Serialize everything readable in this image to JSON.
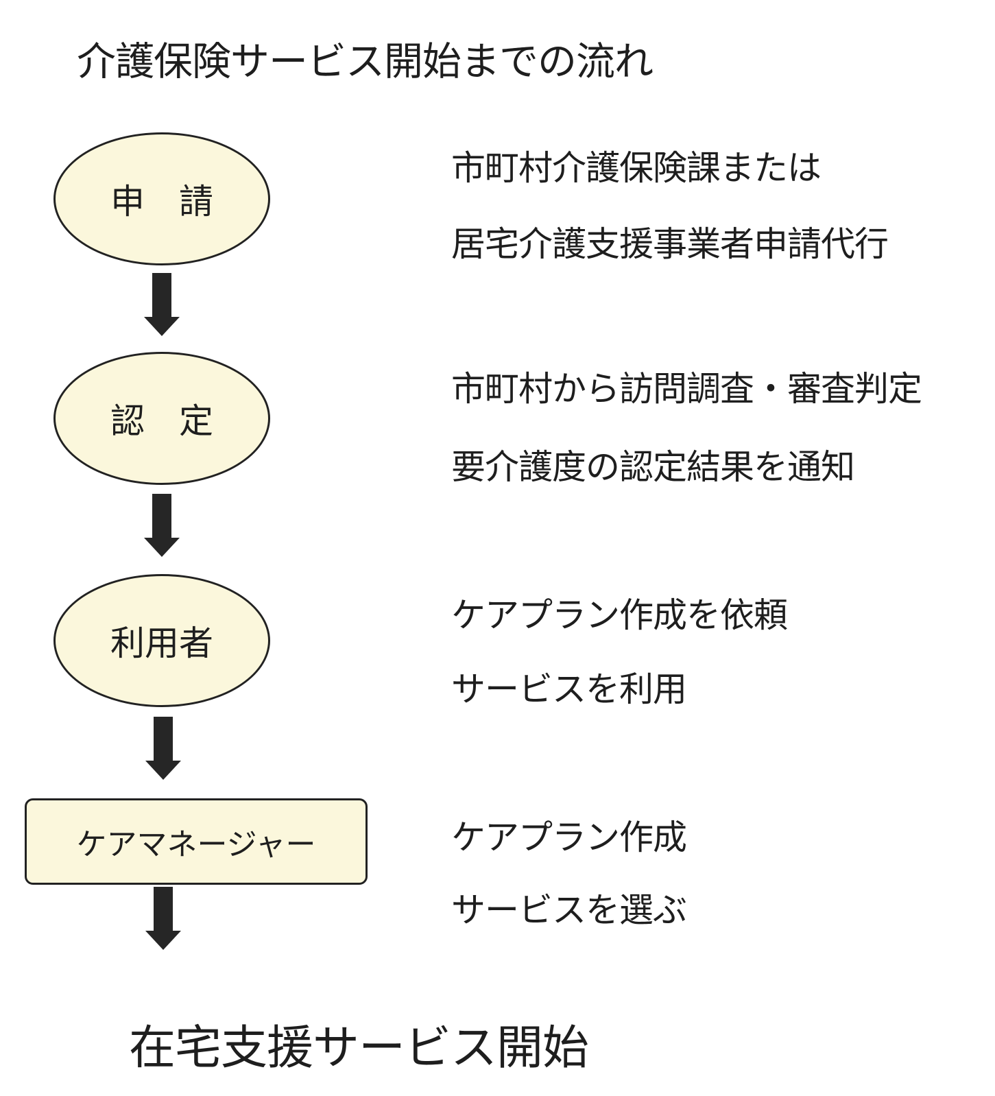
{
  "title": "介護保険サービス開始までの流れ",
  "steps": [
    {
      "label": "申　請",
      "shape": "ellipse",
      "description": [
        "市町村介護保険課または",
        "居宅介護支援事業者申請代行"
      ]
    },
    {
      "label": "認　定",
      "shape": "ellipse",
      "description": [
        "市町村から訪問調査・審査判定",
        "要介護度の認定結果を通知"
      ]
    },
    {
      "label": "利用者",
      "shape": "ellipse",
      "description": [
        "ケアプラン作成を依頼",
        "サービスを利用"
      ]
    },
    {
      "label": "ケアマネージャー",
      "shape": "rounded-box",
      "description": [
        "ケアプラン作成",
        "サービスを選ぶ"
      ]
    }
  ],
  "final": "在宅支援サービス開始",
  "colors": {
    "shape_fill": "#fbf7dc",
    "outline": "#222222",
    "arrow": "#262626",
    "text": "#1e1e1e"
  }
}
